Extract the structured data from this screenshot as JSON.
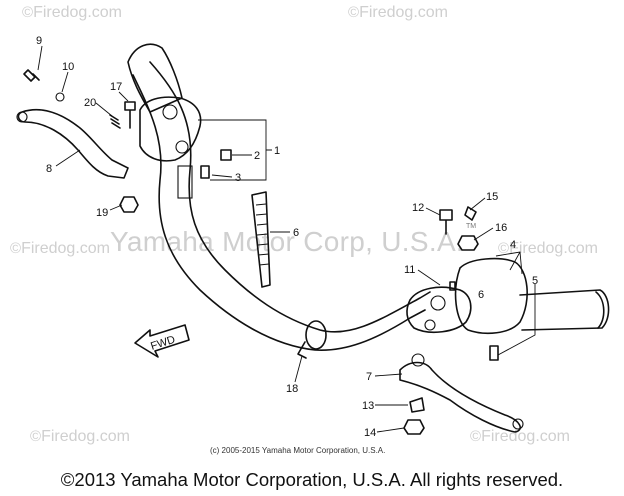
{
  "watermarks": {
    "top_left": "Firedog.com",
    "top_right": "Firedog.com",
    "mid_left": "Firedog.com",
    "mid_right": "Firedog.com",
    "bottom_left": "Firedog.com",
    "bottom_right": "Firedog.com",
    "copyright_symbol": "©",
    "center": "Yamaha Motor Corp, U.S.A."
  },
  "part_labels": {
    "p9": "9",
    "p10": "10",
    "p17": "17",
    "p20": "20",
    "p1": "1",
    "p2": "2",
    "p3": "3",
    "p8": "8",
    "p19": "19",
    "p6": "6",
    "p12": "12",
    "p15": "15",
    "p16": "16",
    "p4": "4",
    "p11": "11",
    "p5": "5",
    "p18": "18",
    "p7": "7",
    "p13": "13",
    "p14": "14",
    "fwd": "FWD",
    "tm": "TM"
  },
  "small_copyright": "(c) 2005-2015 Yamaha Motor Corporation, U.S.A.",
  "footer": "©2013 Yamaha Motor Corporation, U.S.A. All rights reserved."
}
